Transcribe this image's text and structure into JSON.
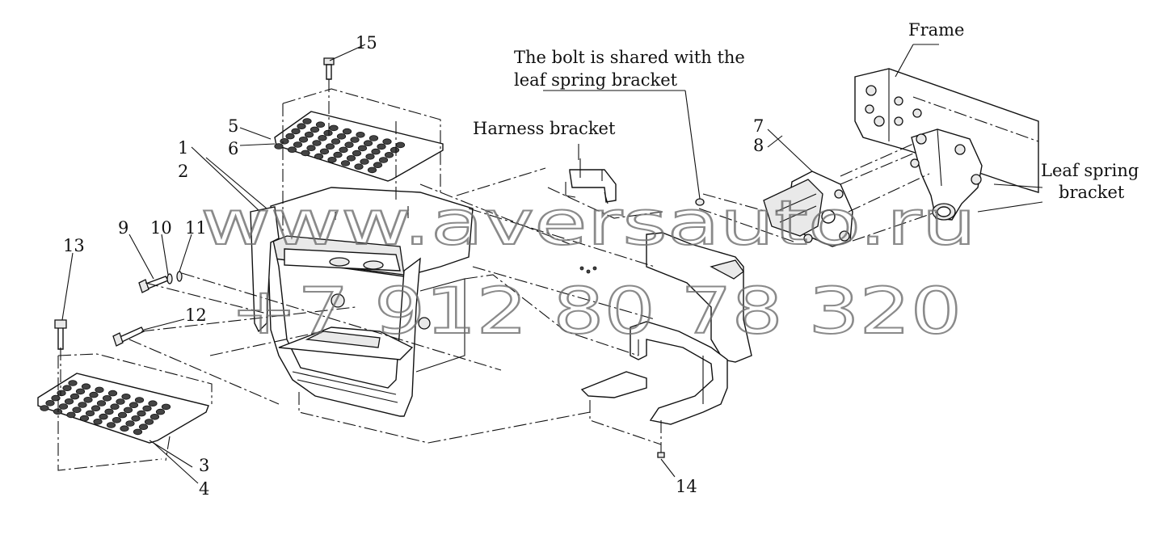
{
  "callouts": {
    "n1": "1",
    "n2": "2",
    "n3": "3",
    "n4": "4",
    "n5": "5",
    "n6": "6",
    "n7": "7",
    "n8": "8",
    "n9": "9",
    "n10": "10",
    "n11": "11",
    "n12": "12",
    "n13": "13",
    "n14": "14",
    "n15": "15"
  },
  "labels": {
    "frame": "Frame",
    "bolt_line1": "The bolt is shared with the",
    "bolt_line2": "leaf spring bracket",
    "harness": "Harness bracket",
    "leaf_line1": "Leaf spring",
    "leaf_line2": "bracket"
  },
  "watermark": {
    "line1": "www.aversauto.ru",
    "line2": "+7 912 80 78 320"
  }
}
